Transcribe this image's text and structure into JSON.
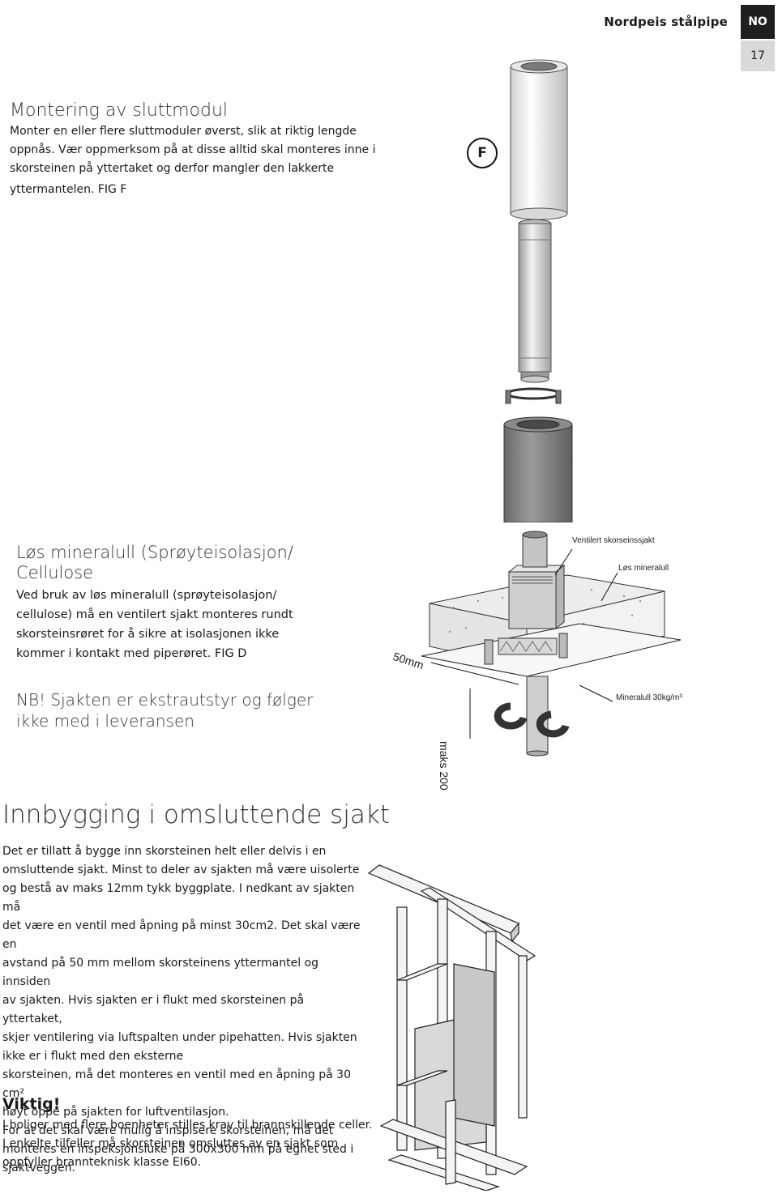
{
  "header": {
    "brand": "Nordpeis stålpipe",
    "lang": "NO",
    "page": "17"
  },
  "section_sluttmodul": {
    "title": "Montering av sluttmodul",
    "lines": [
      "Monter en eller flere sluttmoduler øverst, slik at riktig lengde",
      "oppnås. Vær oppmerksom på at disse alltid skal monteres inne i",
      "skorsteinen på yttertaket og derfor mangler den lakkerte",
      "yttermantelen. FIG F"
    ],
    "figure_label": "F"
  },
  "section_mineralull": {
    "title_lines": [
      "Løs mineralull (Sprøyteisolasjon/",
      "Cellulose"
    ],
    "lines": [
      "Ved bruk av løs mineralull (sprøyteisolasjon/",
      "cellulose) må en ventilert sjakt monteres rundt",
      "skorsteinsrøret for å sikre at isolasjonen ikke",
      "kommer i kontakt med piperøret. FIG D"
    ],
    "note_lines": [
      "NB! Sjakten er ekstrautstyr og følger",
      "ikke med i leveransen"
    ]
  },
  "figure_d": {
    "label_vent": "Ventilert skorseinssjakt",
    "label_loose": "Løs mineralull",
    "label_gap": "50mm",
    "label_max": "maks 200",
    "label_mineral": "Mineralull 30kg/m³"
  },
  "section_sjakt": {
    "title": "Innbygging i omsluttende sjakt",
    "lines": [
      "Det er tillatt å bygge inn skorsteinen helt eller delvis i en",
      "omsluttende sjakt. Minst to deler av sjakten må være uisolerte",
      "og bestå av maks 12mm tykk byggplate. I nedkant av sjakten må",
      "det være en ventil med åpning på minst 30cm2. Det skal være en",
      "avstand på 50 mm mellom skorsteinens yttermantel og innsiden",
      "av sjakten. Hvis sjakten er i flukt med skorsteinen på yttertaket,",
      "skjer ventilering via luftspalten under pipehatten. Hvis sjakten",
      "ikke er i flukt med den eksterne",
      "skorsteinen, må det monteres en ventil med en åpning på 30 cm²",
      "høyt oppe på sjakten for luftventilasjon.",
      "For at det skal være mulig å inspisere skorsteinen, må det",
      "monteres en inspeksjonsluke på 300x300 mm på egnet sted i",
      "sjaktveggen."
    ]
  },
  "section_viktig": {
    "title": "Viktig!",
    "lines": [
      "I boliger med flere boenheter stilles krav til brannskillende celler.",
      "I enkelte tilfeller må skorsteinen omsluttes av en sjakt som",
      "oppfyller brannteknisk klasse EI60."
    ]
  }
}
